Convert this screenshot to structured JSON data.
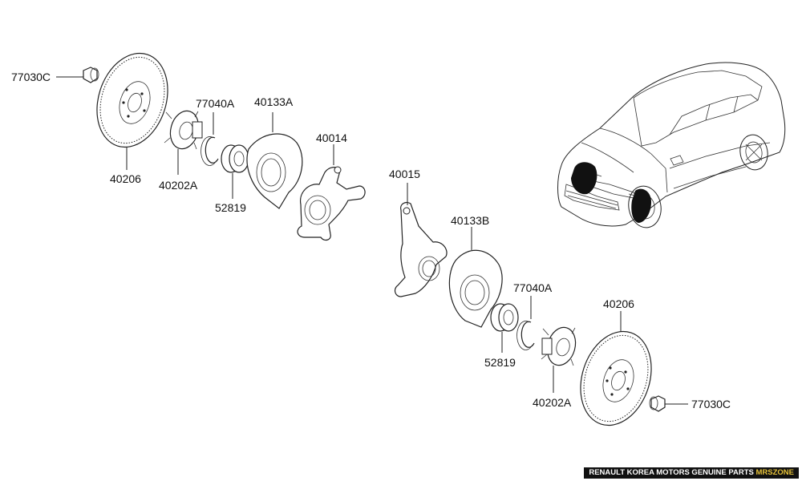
{
  "labels": {
    "nut_left": "77030C",
    "disc_left": "40206",
    "hub_left": "40202A",
    "clip_left": "77040A",
    "shield_left": "40133A",
    "bearing_left": "52819",
    "knuckle_left": "40014",
    "knuckle_right": "40015",
    "shield_right": "40133B",
    "clip_right": "77040A",
    "bearing_right": "52819",
    "disc_right": "40206",
    "hub_right": "40202A",
    "nut_right": "77030C"
  },
  "footer": {
    "text": "RENAULT KOREA MOTORS GENUINE PARTS",
    "brand": "MRSZONE"
  }
}
